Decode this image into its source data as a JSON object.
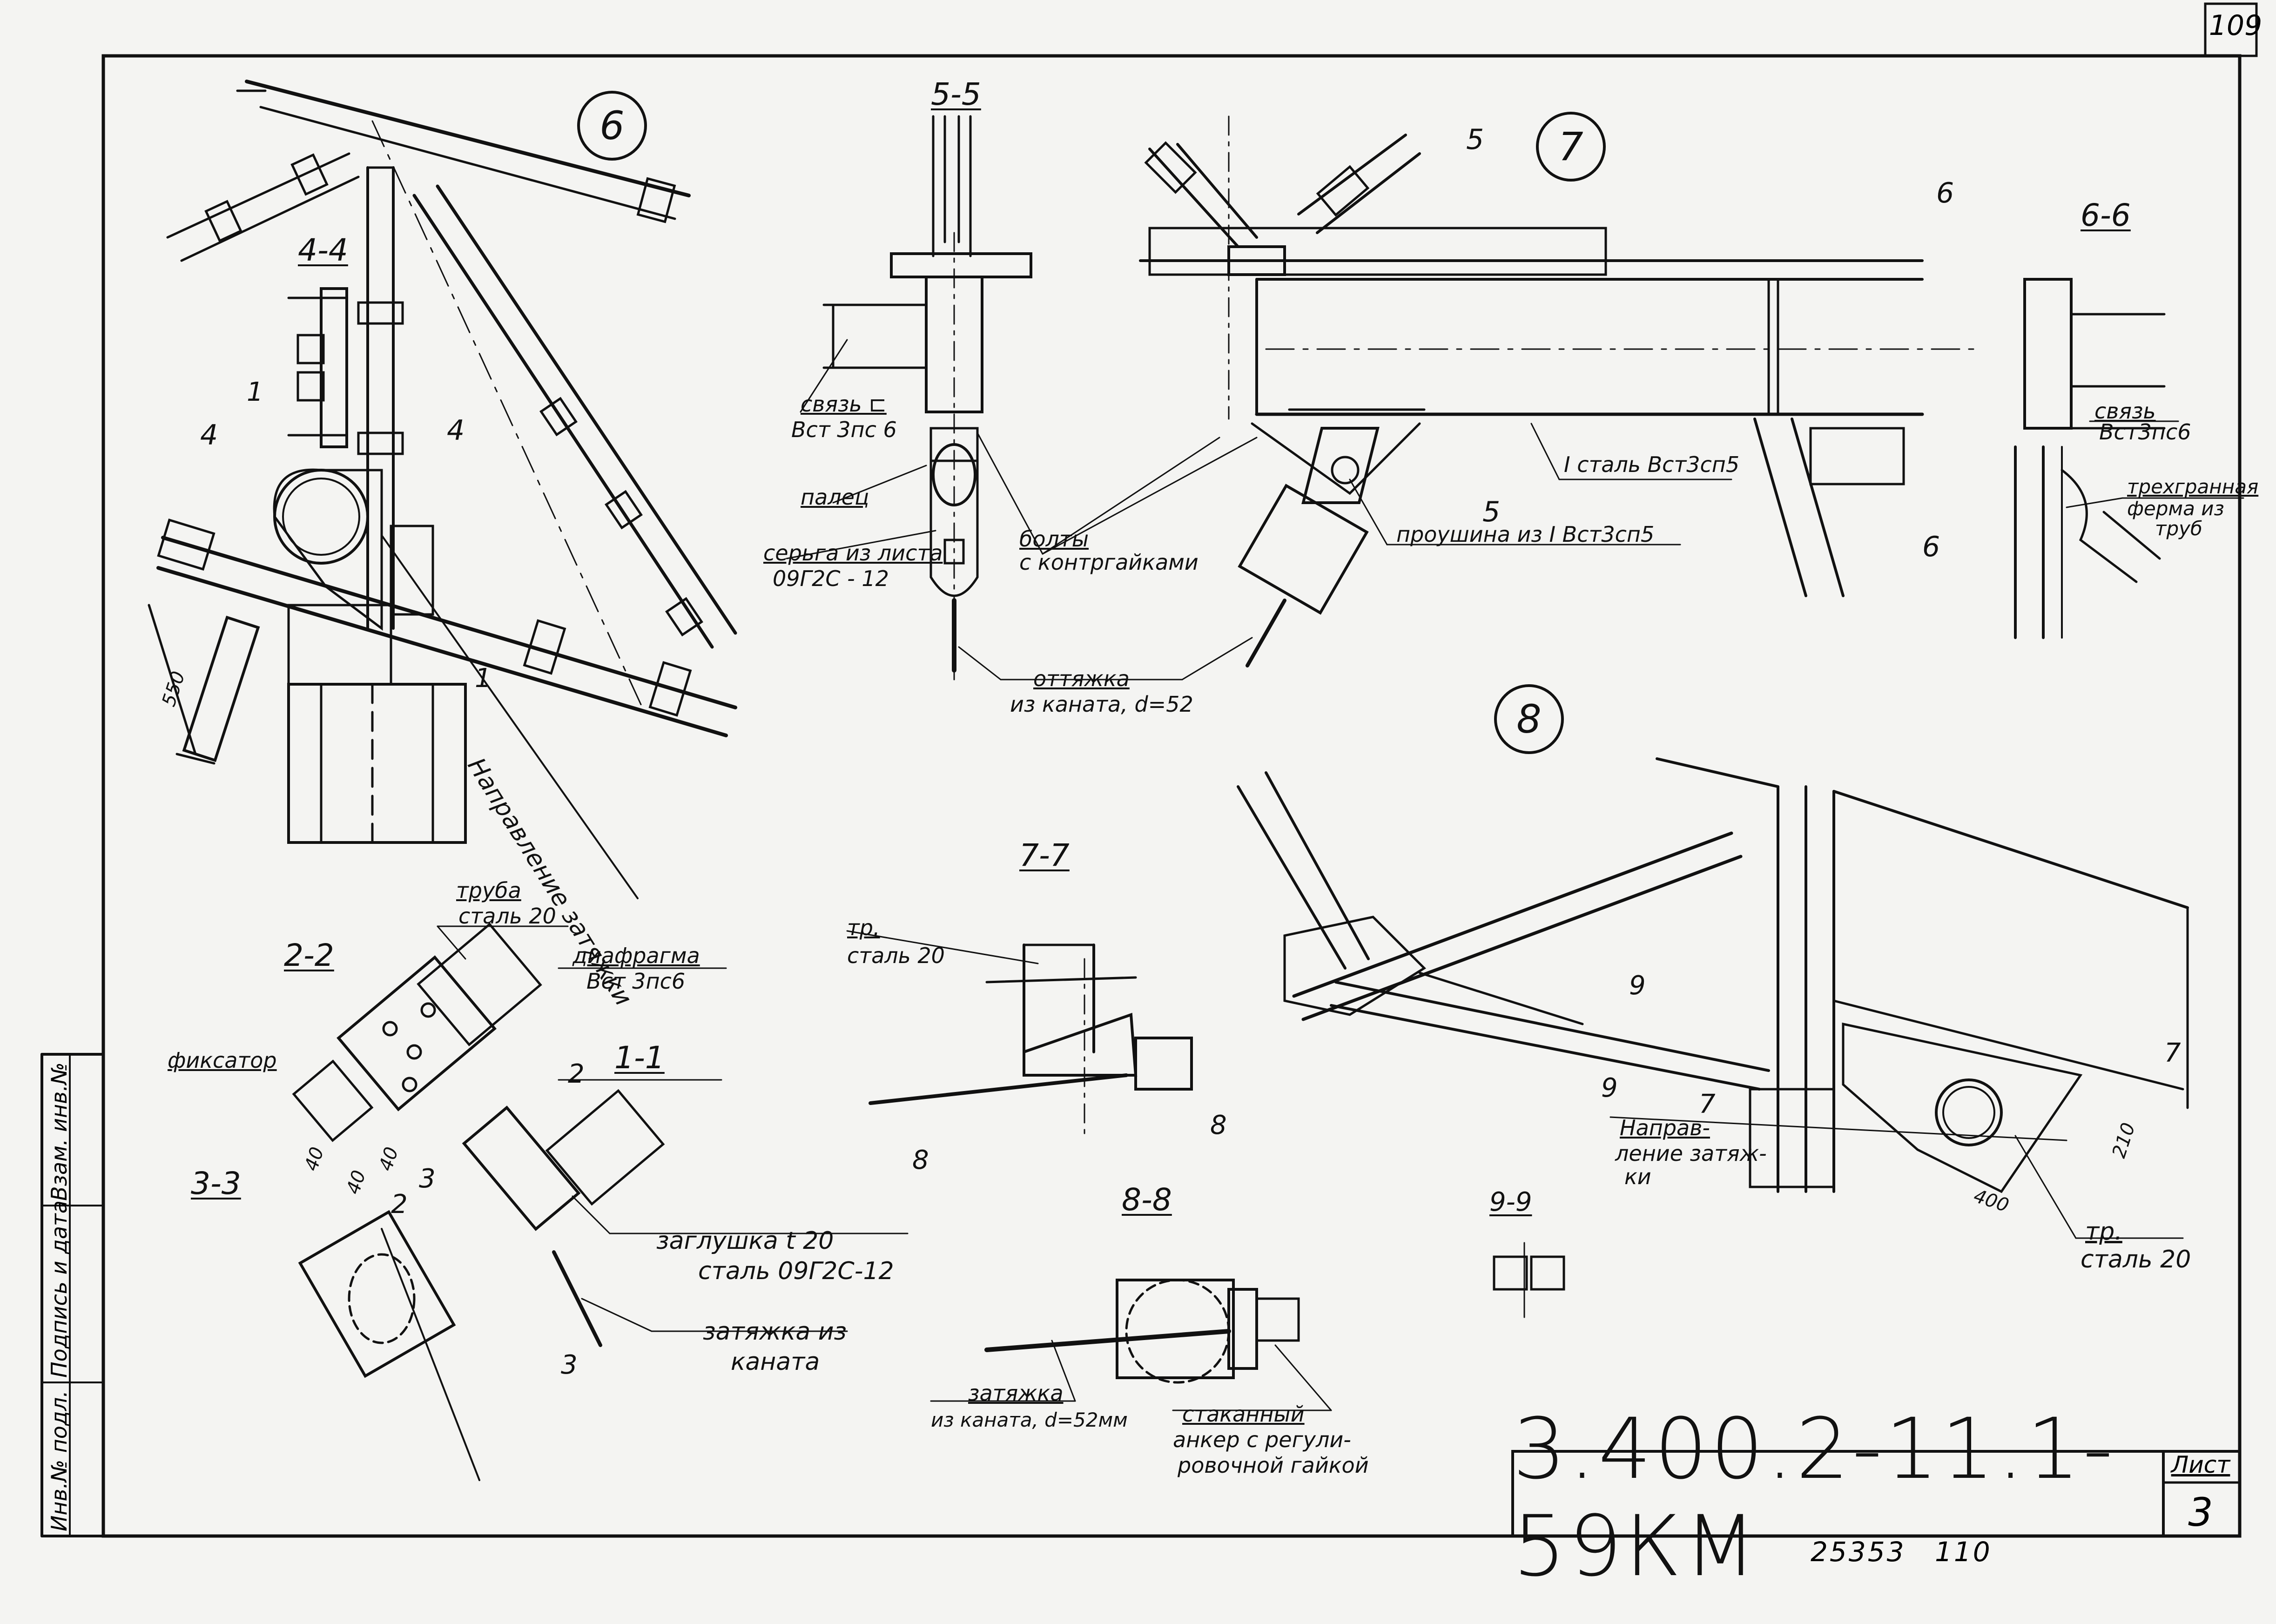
{
  "page_number": "109",
  "title_block": {
    "drawing_code": "3.400.2-11.1-59КМ",
    "sheet_label": "Лист",
    "sheet_number": "3",
    "archive_number": "25353",
    "archive_suffix": "110"
  },
  "side_stamp": {
    "inv_orig": "Инв.№ подл.",
    "sign_date": "Подпись и дата",
    "replace_inv": "Взам. инв.№"
  },
  "nodes": {
    "n6": "6",
    "n7": "7",
    "n8": "8"
  },
  "sections": {
    "s44": "4-4",
    "s55": "5-5",
    "s66": "6-6",
    "s22": "2-2",
    "s11": "1-1",
    "s33": "3-3",
    "s77": "7-7",
    "s88": "8-8",
    "s99": "9-9"
  },
  "cut_marks": {
    "m1a": "1",
    "m1b": "1",
    "m4a": "4",
    "m4b": "4",
    "m5a": "5",
    "m5b": "5",
    "m6a": "6",
    "m6b": "6",
    "m2a": "2",
    "m2b": "2",
    "m3a": "3",
    "m3b": "3",
    "m7a": "7",
    "m7b": "7",
    "m8a": "8",
    "m8b": "8",
    "m9a": "9",
    "m9b": "9"
  },
  "dimensions": {
    "d550": "550",
    "d40a": "40",
    "d40b": "40",
    "d40c": "40",
    "d210": "210",
    "d400": "400"
  },
  "notes": {
    "napravlenie": "Направление затяжки",
    "svyaz_1": "связь ⊏",
    "svyaz_1_steel": "Вст 3пс 6",
    "palec": "палец",
    "serga": "серьга из листа",
    "serga_steel": "09Г2С - 12",
    "bolty": "болты",
    "bolty_2": "с контргайками",
    "ottyazhka": "оттяжка",
    "ottyazhka_2": "из каната, d=52",
    "stal_vst3sp5": "I  сталь Вст3сп5",
    "proushina": "проушина из I  Вст3сп5",
    "svyaz_2": "связь",
    "svyaz_2_steel": "Вст3пс6",
    "trekhgrannaya": "трехгранная",
    "trekhgrannaya_2": "ферма из",
    "trekhgrannaya_3": "труб",
    "truba": "труба",
    "truba_steel": "сталь 20",
    "diafragma": "диафрагма",
    "diafragma_steel": "Вст 3пс6",
    "fiksator": "фиксатор",
    "zaglushka": "заглушка  t 20",
    "zaglushka_steel": "сталь 09Г2С-12",
    "zatyazhka_kanat": "затяжка из",
    "zatyazhka_kanat_2": "каната",
    "tr_stal20": "тр.",
    "tr_stal20_2": "сталь 20",
    "zatyazhka_d52": "затяжка",
    "zatyazhka_d52_2": "из каната, d=52мм",
    "stakannyi": "стаканный",
    "stakannyi_2": "анкер с регули-",
    "stakannyi_3": "ровочной гайкой",
    "napravlenie_2": "Направ-",
    "napravlenie_2b": "ление затяж-",
    "napravlenie_2c": "ки",
    "tr_stal20_b": "тр.",
    "tr_stal20_b2": "сталь 20"
  }
}
